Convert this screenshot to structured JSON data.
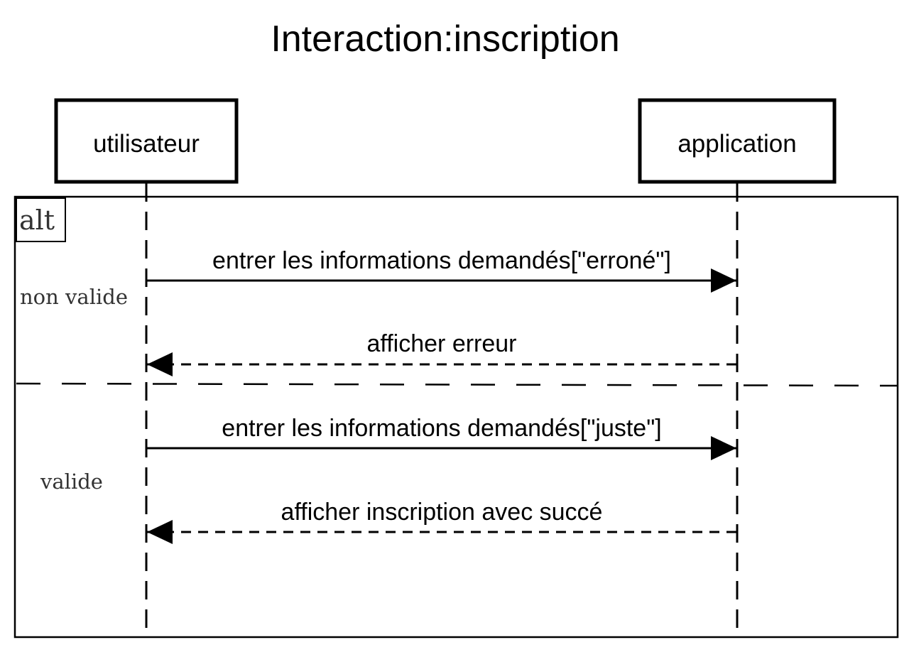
{
  "title": "Interaction:inscription",
  "participants": [
    {
      "id": "utilisateur",
      "label": "utilisateur"
    },
    {
      "id": "application",
      "label": "application"
    }
  ],
  "fragment": {
    "operator": "alt",
    "operands": [
      {
        "guard": "non valide"
      },
      {
        "guard": "valide"
      }
    ]
  },
  "messages": [
    {
      "from": "utilisateur",
      "to": "application",
      "kind": "sync",
      "label": "entrer les informations demandés[\"erroné\"]"
    },
    {
      "from": "application",
      "to": "utilisateur",
      "kind": "reply",
      "label": "afficher erreur"
    },
    {
      "from": "utilisateur",
      "to": "application",
      "kind": "sync",
      "label": "entrer les informations demandés[\"juste\"]"
    },
    {
      "from": "application",
      "to": "utilisateur",
      "kind": "reply",
      "label": "afficher inscription avec succé"
    }
  ]
}
